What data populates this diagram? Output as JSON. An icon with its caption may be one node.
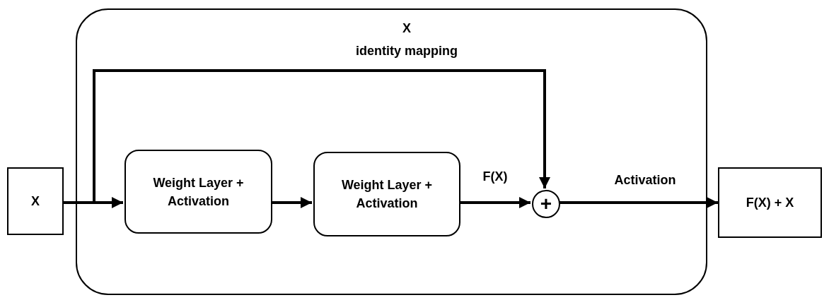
{
  "diagram": {
    "nodes": [
      {
        "text": [
          "X"
        ]
      },
      {
        "text": [
          "X",
          "identity mapping"
        ]
      },
      {
        "text": [
          "Weight Layer + Activation"
        ],
        "in": 1
      },
      {
        "text": [
          "Weight Layer + Activation"
        ],
        "in": 1
      },
      {
        "text": [
          "+"
        ],
        "in": 1
      },
      {
        "text": [
          "F(X) + X"
        ]
      }
    ],
    "edges": [
      {
        "from": 0,
        "to": 2,
        "arrow": "to"
      },
      {
        "from": 0,
        "to": 4,
        "arrow": "to"
      },
      {
        "from": 2,
        "to": 3,
        "arrow": "to"
      },
      {
        "from": 3,
        "to": 4,
        "arrow": "to",
        "label": "F(X)"
      },
      {
        "from": 4,
        "to": 5,
        "arrow": "to",
        "label": "Activation"
      }
    ]
  }
}
